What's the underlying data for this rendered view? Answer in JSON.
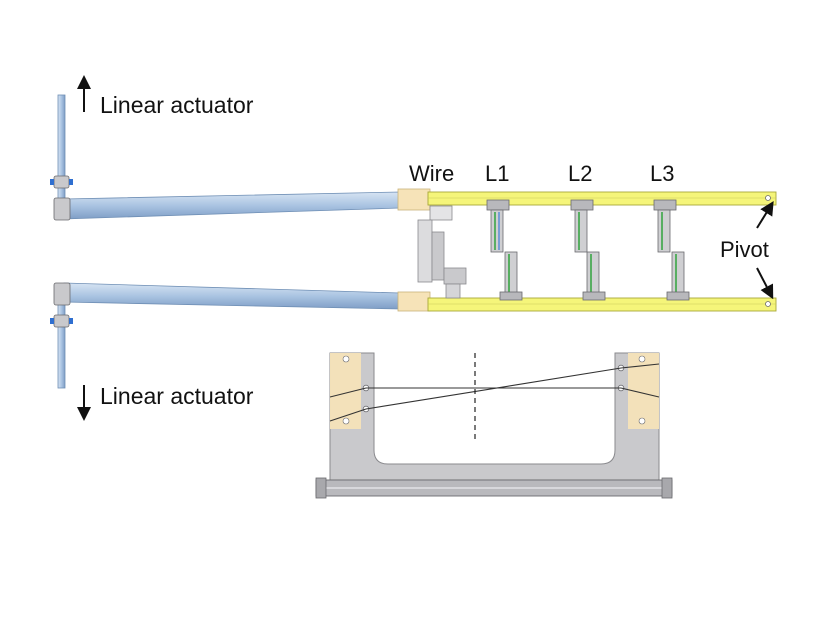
{
  "labels": {
    "actuator_top": "Linear actuator",
    "actuator_bottom": "Linear actuator",
    "wire": "Wire",
    "l1": "L1",
    "l2": "L2",
    "l3": "L3",
    "pivot": "Pivot"
  },
  "colors": {
    "rod_blue": "#aac4e2",
    "rod_edge": "#6f8fb5",
    "frame_yellow": "#f5f57a",
    "frame_edge": "#a8a83a",
    "grey_part": "#c9c9cc",
    "grey_edge": "#8a8a8e",
    "tan_block": "#f6e3b8",
    "clamp_green": "#3aa645",
    "clamp_blue": "#3d7fd6"
  }
}
